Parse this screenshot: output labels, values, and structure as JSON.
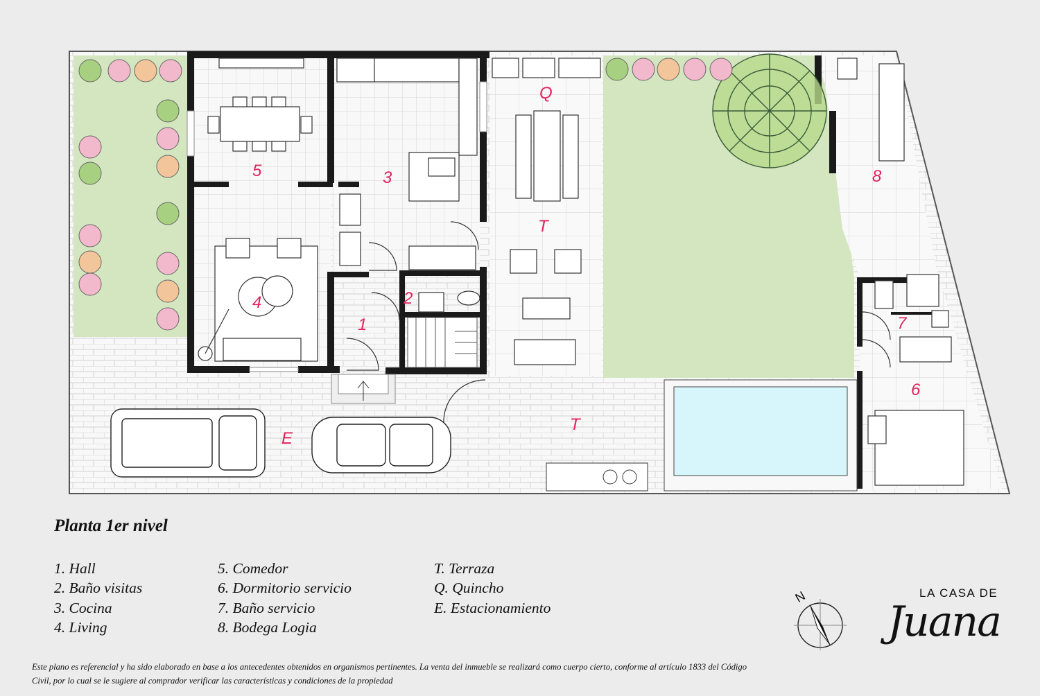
{
  "title": "Planta 1er nivel",
  "rooms": [
    {
      "id": "hall",
      "label": "1"
    },
    {
      "id": "bano-visitas",
      "label": "2"
    },
    {
      "id": "cocina",
      "label": "3"
    },
    {
      "id": "living",
      "label": "4"
    },
    {
      "id": "comedor",
      "label": "5"
    },
    {
      "id": "dormitorio-servicio",
      "label": "6"
    },
    {
      "id": "bano-servicio",
      "label": "7"
    },
    {
      "id": "bodega-logia",
      "label": "8"
    },
    {
      "id": "quincho",
      "label": "Q"
    },
    {
      "id": "terraza-interior",
      "label": "T"
    },
    {
      "id": "terraza-exterior",
      "label": "T"
    },
    {
      "id": "estacionamiento",
      "label": "E"
    }
  ],
  "legend": {
    "col1": [
      "1.  Hall",
      "2.  Baño visitas",
      "3.  Cocina",
      "4.  Living"
    ],
    "col2": [
      "5.  Comedor",
      "6.  Dormitorio servicio",
      "7.  Baño servicio",
      "8. Bodega Logia"
    ],
    "col3": [
      "T.  Terraza",
      "Q. Quincho",
      "E. Estacionamiento"
    ]
  },
  "compass": {
    "label": "N"
  },
  "disclaimer": "Este plano es referencial y ha sido elaborado en base a los antecedentes obtenidos en organismos pertinentes.  La venta del inmueble se realizará como cuerpo cierto, conforme al artículo 1833 del Código Civil, por lo cual se le sugiere al comprador verificar las características y condiciones de la propiedad",
  "brand": {
    "name": "LA CASA DE",
    "script": "Juana"
  },
  "colors": {
    "wall": "#1a1a1a",
    "lawn": "#d4e6c0",
    "pool": "#d6f6fb",
    "floor": "#f7f7f7",
    "label": "#e0245e",
    "background": "#ececec"
  }
}
